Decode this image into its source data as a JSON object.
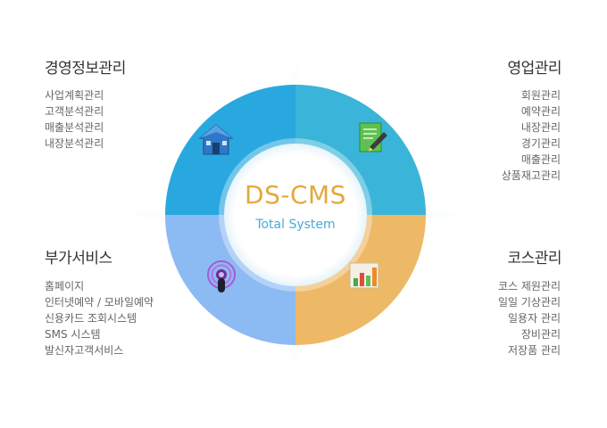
{
  "center": {
    "brand": "DS-CMS",
    "subtitle": "Total System"
  },
  "quadrants": {
    "management": {
      "title": "경영정보관리",
      "items": [
        "사업계획관리",
        "고객분석관리",
        "매출분석관리",
        "내장분석관리"
      ],
      "icon": "house-icon",
      "color": "#29a8e0"
    },
    "sales": {
      "title": "영업관리",
      "items": [
        "회원관리",
        "예약관리",
        "내장관리",
        "경기관리",
        "매출관리",
        "상품재고관리"
      ],
      "icon": "document-pencil-icon",
      "color": "#3bb6d8"
    },
    "extra": {
      "title": "부가서비스",
      "items": [
        "홈페이지",
        "인터넷예약 / 모바일예약",
        "신용카드 조회시스템",
        "SMS 시스템",
        "발신자고객서비스"
      ],
      "icon": "podcast-icon",
      "color": "#8ab8f2"
    },
    "course": {
      "title": "코스관리",
      "items": [
        "코스 제원관리",
        "일일 기상관리",
        "일용자 관리",
        "장비관리",
        "저장품 관리"
      ],
      "icon": "bar-chart-icon",
      "color": "#eeb966"
    }
  }
}
